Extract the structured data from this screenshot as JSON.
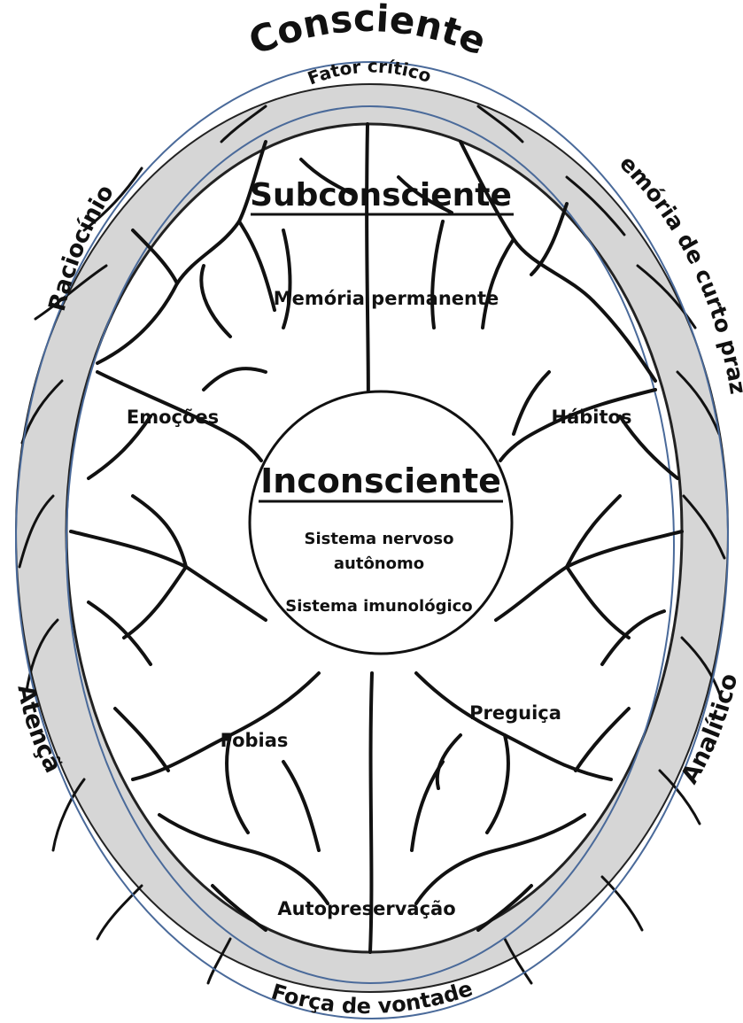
{
  "colors": {
    "ring_fill": "#d6d6d6",
    "ellipse_stroke": "#4a6a9a",
    "vein_stroke": "#111111",
    "brain_fill": "#ffffff",
    "text": "#111111"
  },
  "outer_ring": {
    "top": "Consciente",
    "top_inner": "Fator crítico",
    "left_upper": "Raciocínio",
    "right_upper": "Memória de curto prazo",
    "left_lower": "Atenção",
    "right_lower": "Analítico",
    "bottom": "Força de vontade"
  },
  "middle": {
    "title": "Subconsciente",
    "items": {
      "memoria": "Memória permanente",
      "emocoes": "Emoções",
      "habitos": "Hábitos",
      "fobias": "Fobias",
      "preguica": "Preguiça",
      "autopreservacao": "Autopreservação"
    }
  },
  "center": {
    "title": "Inconsciente",
    "line1": "Sistema nervoso",
    "line2": "autônomo",
    "line3": "Sistema imunológico"
  }
}
